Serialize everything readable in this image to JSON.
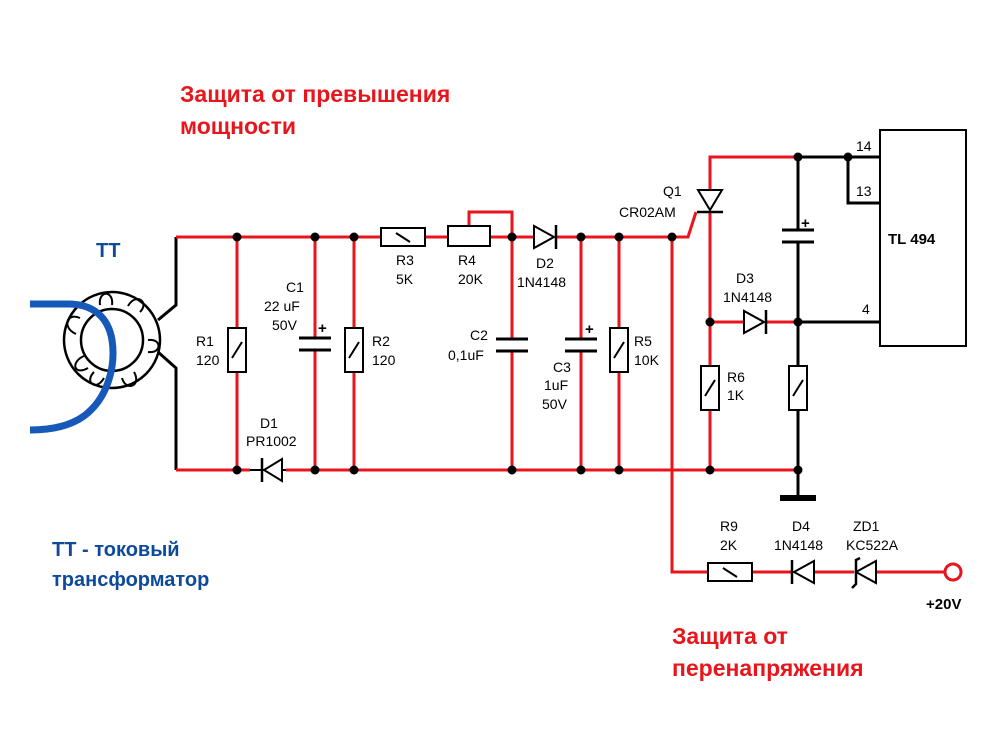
{
  "titles": {
    "power_protection_line1": "Защита от превышения",
    "power_protection_line2": "мощности",
    "overvoltage_line1": "Защита от",
    "overvoltage_line2": "перенапряжения",
    "tt": "TT",
    "tt_note_line1": "TT - токовый",
    "tt_note_line2": "трансформатор"
  },
  "components": {
    "r1": {
      "ref": "R1",
      "value": "120"
    },
    "c1": {
      "ref": "C1",
      "value": "22 uF",
      "voltage": "50V",
      "polarity": "+"
    },
    "r2": {
      "ref": "R2",
      "value": "120"
    },
    "d1": {
      "ref": "D1",
      "value": "PR1002"
    },
    "r3": {
      "ref": "R3",
      "value": "5K"
    },
    "r4": {
      "ref": "R4",
      "value": "20K"
    },
    "d2": {
      "ref": "D2",
      "value": "1N4148"
    },
    "c2": {
      "ref": "C2",
      "value": "0,1uF"
    },
    "c3": {
      "ref": "C3",
      "value": "1uF",
      "voltage": "50V",
      "polarity": "+"
    },
    "r5": {
      "ref": "R5",
      "value": "10K"
    },
    "q1": {
      "ref": "Q1",
      "value": "CR02AM"
    },
    "d3": {
      "ref": "D3",
      "value": "1N4148"
    },
    "r6": {
      "ref": "R6",
      "value": "1K"
    },
    "c_top": {
      "polarity": "+"
    },
    "r9": {
      "ref": "R9",
      "value": "2K"
    },
    "d4": {
      "ref": "D4",
      "value": "1N4148"
    },
    "zd1": {
      "ref": "ZD1",
      "value": "KC522A"
    },
    "supply": {
      "label": "+20V"
    }
  },
  "ic": {
    "name": "TL 494",
    "pins": {
      "p14": "14",
      "p13": "13",
      "p4": "4"
    }
  },
  "colors": {
    "wire": "#e8151c",
    "title_red": "#e8151c",
    "title_blue": "#0d4a9c",
    "tt_wire": "#1659b8",
    "component": "#000000"
  }
}
